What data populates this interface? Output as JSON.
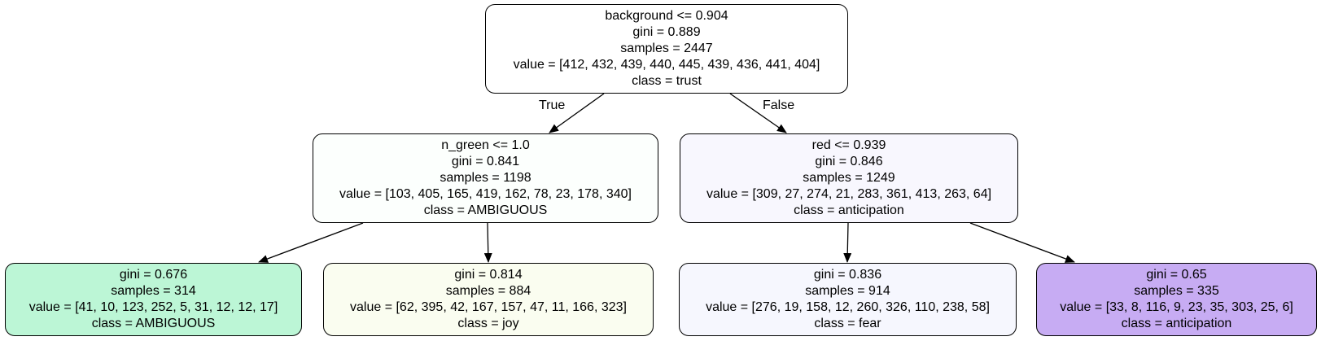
{
  "tree": {
    "root": {
      "condition": "background <= 0.904",
      "gini": "gini = 0.889",
      "samples": "samples = 2447",
      "value": "value = [412, 432, 439, 440, 445, 439, 436, 441, 404]",
      "class": "class = trust",
      "fill": "#ffffff"
    },
    "left": {
      "condition": "n_green <= 1.0",
      "gini": "gini = 0.841",
      "samples": "samples = 1198",
      "value": "value = [103, 405, 165, 419, 162, 78, 23, 178, 340]",
      "class": "class = AMBIGUOUS",
      "fill": "#fcfffd"
    },
    "right": {
      "condition": "red <= 0.939",
      "gini": "gini = 0.846",
      "samples": "samples = 1249",
      "value": "value = [309, 27, 274, 21, 283, 361, 413, 263, 64]",
      "class": "class = anticipation",
      "fill": "#f8f7fe"
    },
    "left_left": {
      "gini": "gini = 0.676",
      "samples": "samples = 314",
      "value": "value = [41, 10, 123, 252, 5, 31, 12, 12, 17]",
      "class": "class = AMBIGUOUS",
      "fill": "#bcf6d6"
    },
    "left_right": {
      "gini": "gini = 0.814",
      "samples": "samples = 884",
      "value": "value = [62, 395, 42, 167, 157, 47, 11, 166, 323]",
      "class": "class = joy",
      "fill": "#fafdf0"
    },
    "right_left": {
      "gini": "gini = 0.836",
      "samples": "samples = 914",
      "value": "value = [276, 19, 158, 12, 260, 326, 110, 238, 58]",
      "class": "class = fear",
      "fill": "#f6f7fe"
    },
    "right_right": {
      "gini": "gini = 0.65",
      "samples": "samples = 335",
      "value": "value = [33, 8, 116, 9, 23, 35, 303, 25, 6]",
      "class": "class = anticipation",
      "fill": "#c7acf3"
    }
  },
  "edge_labels": {
    "true": "True",
    "false": "False"
  }
}
